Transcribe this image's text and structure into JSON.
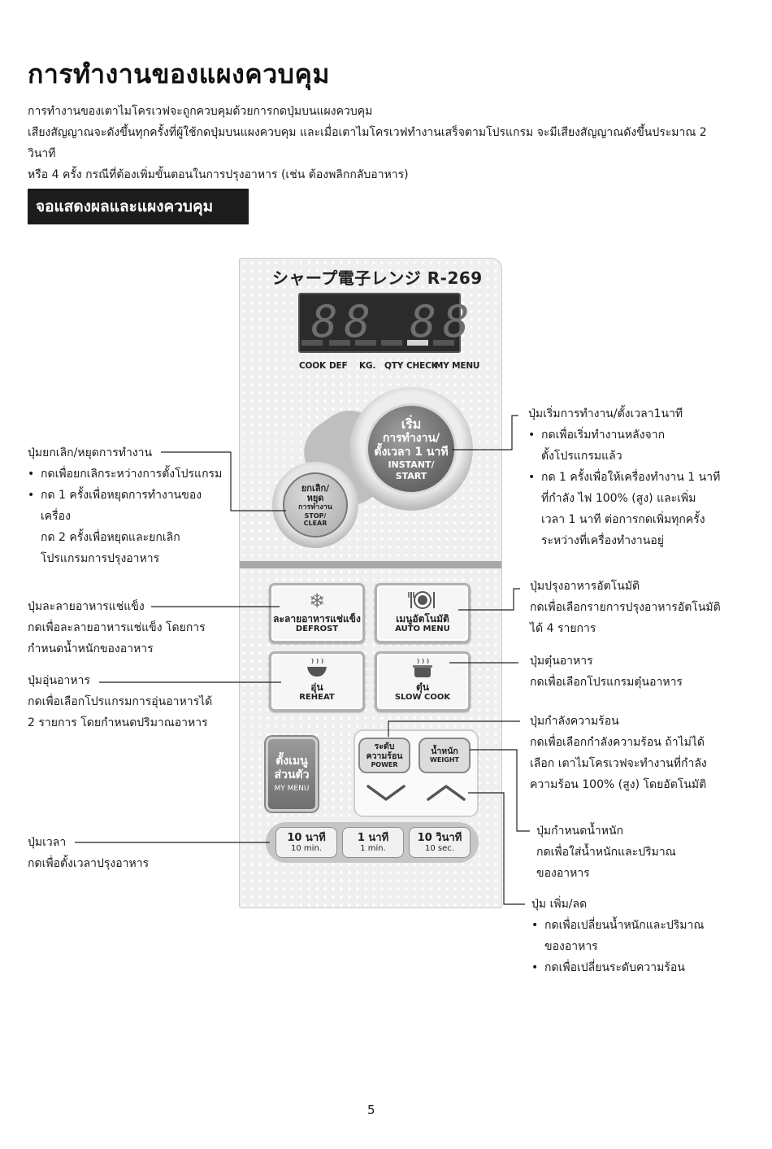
{
  "header": {
    "title": "การทำงานของแผงควบคุม",
    "intro": [
      "การทำงานของเตาไมโครเวฟจะถูกควบคุมด้วยการกดปุ่มบนแผงควบคุม",
      "เสียงสัญญาณจะดังขึ้นทุกครั้งที่ผู้ใช้กดปุ่มบนแผงควบคุม และเมื่อเตาไมโครเวฟทำงานเสร็จตามโปรแกรม จะมีเสียงสัญญาณดังขึ้นประมาณ 2 วินาที",
      "หรือ 4 ครั้ง กรณีที่ต้องเพิ่มขั้นตอนในการปรุงอาหาร (เช่น ต้องพลิกกลับอาหาร)"
    ],
    "section_heading": "จอแสดงผลและแผงควบคุม"
  },
  "panel": {
    "brand": "シャープ電子レンジ R-269",
    "display": {
      "digits": "88 88"
    },
    "indicators": [
      "COOK",
      "DEF",
      "KG.",
      "QTY",
      "CHECK",
      "MY MENU"
    ],
    "lit_indicator": "CHECK",
    "start_button": {
      "l1": "เริ่ม",
      "l2": "การทำงาน/",
      "l3": "ตั้งเวลา 1 นาที",
      "l4": "INSTANT/",
      "l5": "START"
    },
    "stop_button": {
      "l1": "ยกเลิก/",
      "l2": "หยุด",
      "l3": "การทำงาน",
      "l4": "STOP/",
      "l5": "CLEAR"
    },
    "defrost": {
      "icon": "snowflake-icon",
      "th": "ละลายอาหารแช่แข็ง",
      "en": "DEFROST"
    },
    "auto_menu": {
      "icon": "plate-cutlery-icon",
      "th": "เมนูอัตโนมัติ",
      "en": "AUTO MENU"
    },
    "reheat": {
      "icon": "steaming-bowl-icon",
      "th": "อุ่น",
      "en": "REHEAT"
    },
    "slow_cook": {
      "icon": "steaming-pot-icon",
      "th": "ตุ๋น",
      "en": "SLOW COOK"
    },
    "my_menu": {
      "th1": "ตั้งเมนู",
      "th2": "ส่วนตัว",
      "en": "MY MENU"
    },
    "power": {
      "th1": "ระดับ",
      "th2": "ความร้อน",
      "en": "POWER"
    },
    "weight": {
      "th": "น้ำหนัก",
      "en": "WEIGHT"
    },
    "down_arrow": "chevron-down-icon",
    "up_arrow": "chevron-up-icon",
    "time_keys": [
      {
        "th": "10 นาที",
        "en": "10 min."
      },
      {
        "th": "1 นาที",
        "en": "1 min."
      },
      {
        "th": "10 วินาที",
        "en": "10 sec."
      }
    ]
  },
  "callouts": {
    "stop": {
      "title": "ปุ่มยกเลิก/หยุดการทำงาน",
      "b1": "กดเพื่อยกเลิกระหว่างการตั้งโปรแกรม",
      "b2_1": "กด 1 ครั้งเพื่อหยุดการทำงานของ",
      "b2_2": "เครื่อง",
      "b2_3": "กด 2 ครั้งเพื่อหยุดและยกเลิก",
      "b2_4": "โปรแกรมการปรุงอาหาร"
    },
    "start": {
      "title": "ปุ่มเริ่มการทำงาน/ตั้งเวลา1นาที",
      "b1_1": "กดเพื่อเริ่มทำงานหลังจาก",
      "b1_2": "ตั้งโปรแกรมแล้ว",
      "b2_1": "กด 1 ครั้งเพื่อให้เครื่องทำงาน 1 นาที",
      "b2_2": "ที่กำลัง ไฟ 100% (สูง) และเพิ่ม",
      "b2_3": "เวลา 1 นาที ต่อการกดเพิ่มทุกครั้ง",
      "b2_4": "ระหว่างที่เครื่องทำงานอยู่"
    },
    "defrost": {
      "title": "ปุ่มละลายอาหารแช่แข็ง",
      "l1": "กดเพื่อละลายอาหารแช่แข็ง โดยการ",
      "l2": "กำหนดน้ำหนักของอาหาร"
    },
    "auto": {
      "title": "ปุ่มปรุงอาหารอัตโนมัติ",
      "l1": "กดเพื่อเลือกรายการปรุงอาหารอัตโนมัติ",
      "l2": "ได้ 4 รายการ"
    },
    "reheat": {
      "title": "ปุ่มอุ่นอาหาร",
      "l1": "กดเพื่อเลือกโปรแกรมการอุ่นอาหารได้",
      "l2": "2 รายการ โดยกำหนดปริมาณอาหาร"
    },
    "slow": {
      "title": "ปุ่มตุ๋นอาหาร",
      "l1": "กดเพื่อเลือกโปรแกรมตุ๋นอาหาร"
    },
    "power": {
      "title": "ปุ่มกำลังความร้อน",
      "l1": "กดเพื่อเลือกกำลังความร้อน ถ้าไม่ได้",
      "l2": "เลือก เตาไมโครเวฟจะทำงานที่กำลัง",
      "l3": "ความร้อน 100% (สูง) โดยอัตโนมัติ"
    },
    "time": {
      "title": "ปุ่มเวลา",
      "l1": "กดเพื่อตั้งเวลาปรุงอาหาร"
    },
    "weight": {
      "title": "ปุ่มกำหนดน้ำหนัก",
      "l1": "กดเพื่อใส่น้ำหนักและปริมาณ",
      "l2": "ของอาหาร"
    },
    "plusminus": {
      "title": "ปุ่ม เพิ่ม/ลด",
      "b1_1": "กดเพื่อเปลี่ยนน้ำหนักและปริมาณ",
      "b1_2": "ของอาหาร",
      "b2": "กดเพื่อเปลี่ยนระดับความร้อน"
    }
  },
  "footer": {
    "page_number": "5"
  }
}
